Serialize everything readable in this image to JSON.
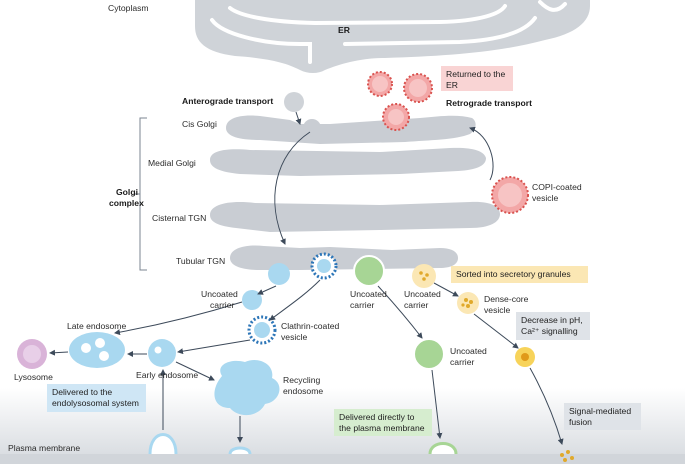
{
  "labels": {
    "cytoplasm": "Cytoplasm",
    "er": "ER",
    "anterograde": "Anterograde transport",
    "retrograde": "Retrograde transport",
    "cis_golgi": "Cis Golgi",
    "medial_golgi": "Medial Golgi",
    "cisternal_tgn": "Cisternal TGN",
    "tubular_tgn": "Tubular TGN",
    "golgi_complex_1": "Golgi",
    "golgi_complex_2": "complex",
    "copi_1": "COPI-coated",
    "copi_2": "vesicle",
    "uncoated_carrier_1_a": "Uncoated",
    "uncoated_carrier_1_b": "carrier",
    "clathrin_1": "Clathrin-coated",
    "clathrin_2": "vesicle",
    "uncoated_carrier_2_a": "Uncoated",
    "uncoated_carrier_2_b": "carrier",
    "uncoated_carrier_3_a": "Uncoated",
    "uncoated_carrier_3_b": "carrier",
    "uncoated_carrier_4_a": "Uncoated",
    "uncoated_carrier_4_b": "carrier",
    "dense_core_1": "Dense-core",
    "dense_core_2": "vesicle",
    "late_endosome": "Late endosome",
    "early_endosome": "Early endosome",
    "lysosome": "Lysosome",
    "recycling_1": "Recycling",
    "recycling_2": "endosome",
    "plasma_membrane": "Plasma membrane"
  },
  "boxes": {
    "returned_er_1": "Returned to the",
    "returned_er_2": "ER",
    "secretory_granules": "Sorted into secretory granules",
    "decrease_ph_1": "Decrease in pH,",
    "decrease_ph_2": "Ca²⁺ signalling",
    "delivered_endolysosomal_1": "Delivered to the",
    "delivered_endolysosomal_2": "endolysosomal system",
    "delivered_directly_1": "Delivered directly to",
    "delivered_directly_2": "the plasma membrane",
    "signal_fusion_1": "Signal-mediated",
    "signal_fusion_2": "fusion"
  },
  "colors": {
    "membrane": "#cfd3d8",
    "cistern": "#c9cdd3",
    "pink_box": "#f9d4d4",
    "yellow_box": "#fbe7b4",
    "blue_box": "#cfe6f5",
    "green_box": "#d6edcf",
    "grey_box": "#dfe3e8",
    "light_blue": "#a9d8f0",
    "green": "#a7d595",
    "pink": "#f3a7a7",
    "yellow": "#f7d35a",
    "purple": "#d9b3d8"
  }
}
